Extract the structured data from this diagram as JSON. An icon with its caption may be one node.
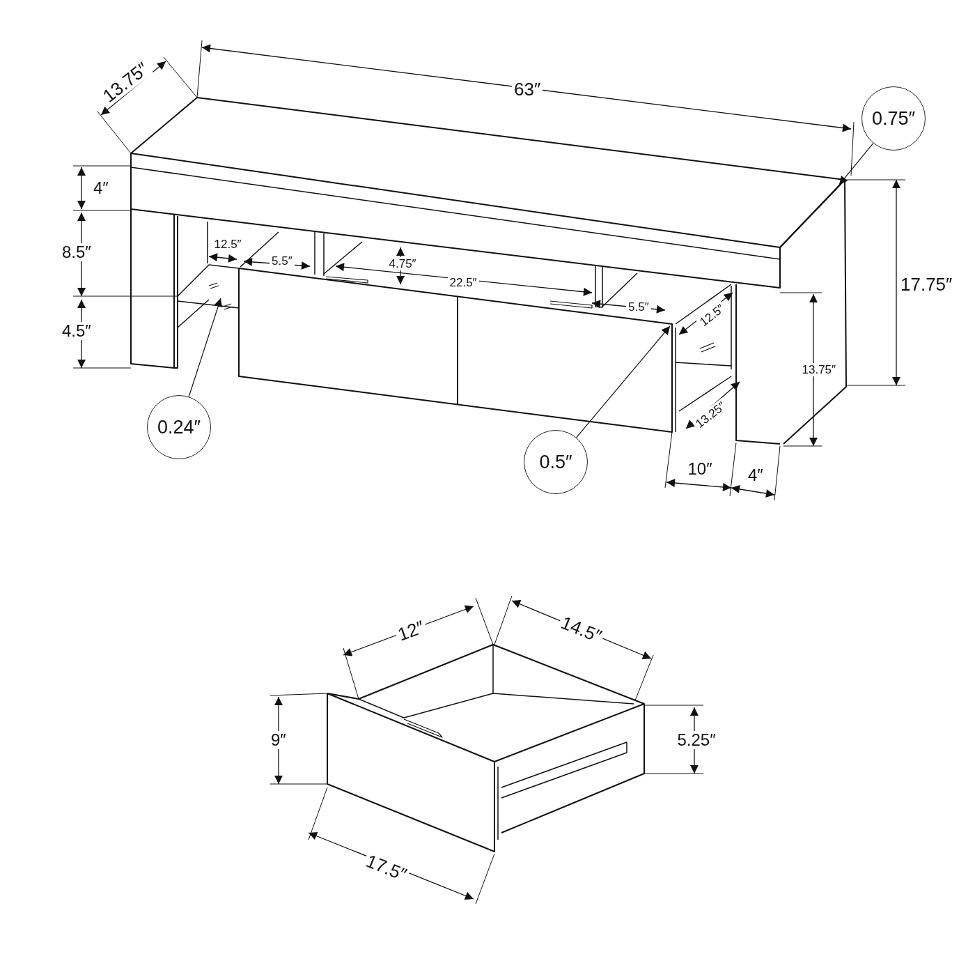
{
  "diagram": {
    "nodes": [
      {
        "text": [
          "0.75″"
        ]
      },
      {
        "text": [
          "0.24″"
        ]
      },
      {
        "text": [
          "0.5″"
        ]
      }
    ],
    "edges": [
      {
        "from": 0,
        "to": null,
        "arrow": "to"
      },
      {
        "from": 1,
        "to": null,
        "arrow": "to"
      },
      {
        "from": 2,
        "to": null,
        "arrow": "to"
      }
    ],
    "labels": [
      "13.75″",
      "63″",
      "4″",
      "8.5″",
      "12.5″",
      "5.5″",
      "4.75″",
      "22.5″",
      "5.5″",
      "12.5″",
      "4.5″",
      "17.75″",
      "13.75″",
      "13.25″",
      "10″",
      "4″",
      "12″",
      "14.5″",
      "9″",
      "5.25″",
      "17.5″"
    ]
  }
}
